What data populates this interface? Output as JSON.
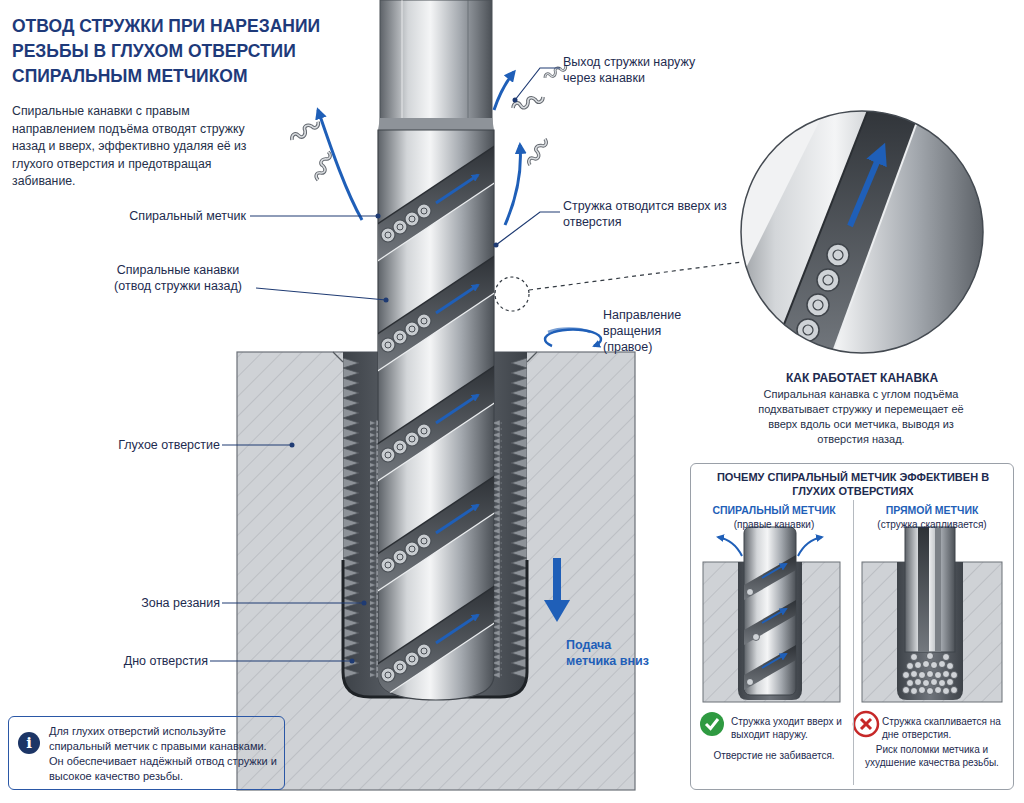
{
  "diagram": {
    "title": "ОТВОД СТРУЖКИ ПРИ НАРЕЗАНИИ РЕЗЬБЫ В ГЛУХОМ ОТВЕРСТИИ СПИРАЛЬНЫМ МЕТЧИКОМ",
    "nodes": [
      {
        "text": [
          "ПОЧЕМУ СПИРАЛЬНЫЙ МЕТЧИК ЭФФЕКТИВЕН В ГЛУХИХ ОТВЕРСТИЯХ"
        ]
      },
      {
        "text": [
          "СПИРАЛЬНЫЙ МЕТЧИК",
          "(правые канавки)",
          "Стружка уходит вверх и выходит наружу.",
          "Отверстие не забивается."
        ],
        "in": 0
      },
      {
        "text": [
          "ПРЯМОЙ МЕТЧИК",
          "(стружка скапливается)",
          "Стружка скапливается на дне отверстия.",
          "Риск поломки метчика и ухудшение качества резьбы."
        ],
        "in": 0
      },
      {
        "text": [
          "Для глухих отверстий используйте спиральный метчик с правыми канавками. Он обеспечивает надёжный отвод стружки и высокое качество резьбы."
        ]
      }
    ],
    "labels": [
      "Спиральные канавки с правым направлением подъёма отводят стружку назад и вверх, эффективно удаляя её из глухого отверстия и предотвращая забивание.",
      "Спиральный метчик",
      "Спиральные канавки (отвод стружки назад)",
      "Глухое отверстие",
      "Зона резания",
      "Дно отверстия",
      "Выход стружки наружу через канавки",
      "Стружка отводится вверх из отверстия",
      "Направление вращения (правое)",
      "Подача метчика вниз",
      "КАК РАБОТАЕТ КАНАВКА",
      "Спиральная канавка с углом подъёма подхватывает стружку и перемещает её вверх вдоль оси метчика, выводя из отверстия назад.",
      "i"
    ]
  }
}
